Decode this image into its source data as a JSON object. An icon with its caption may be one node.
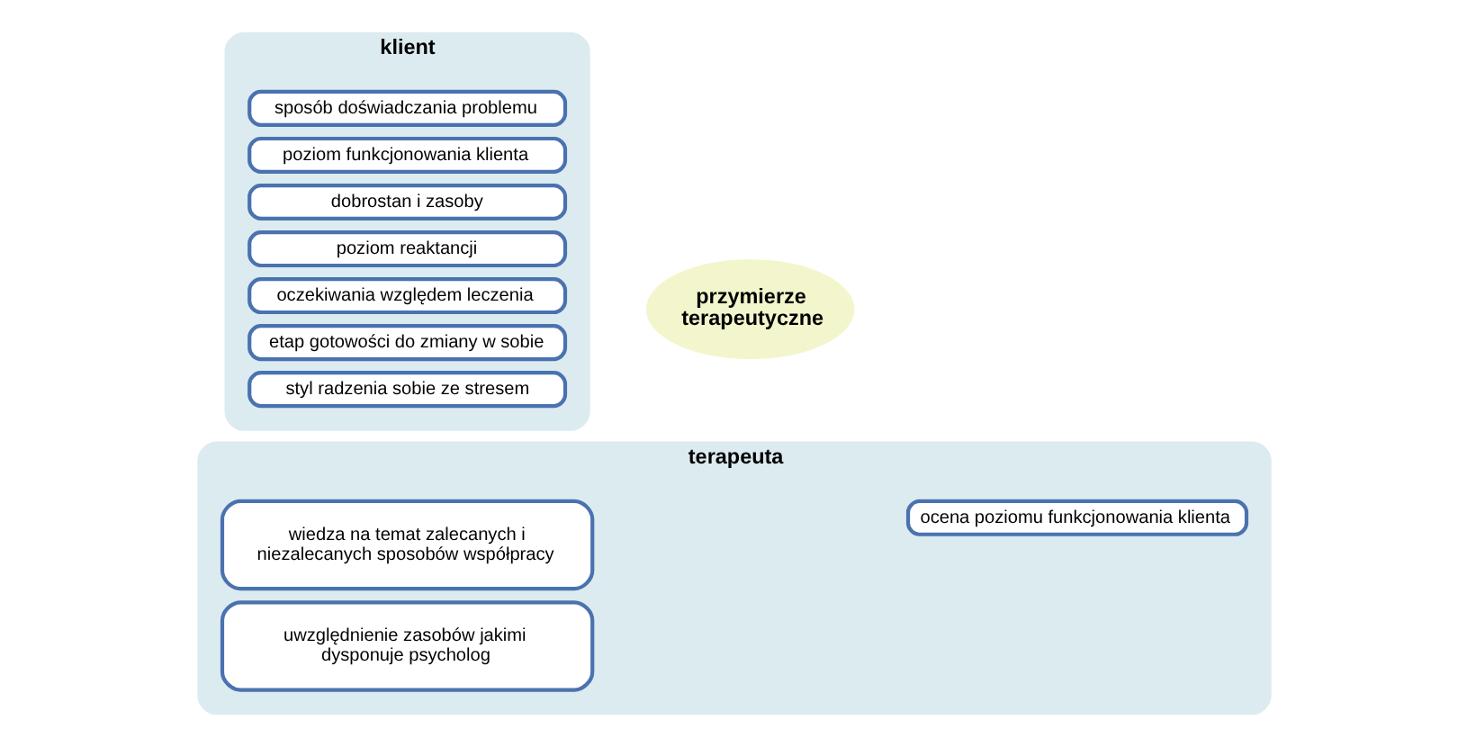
{
  "diagram": {
    "nodes": [
      {
        "text": [
          "klient"
        ]
      },
      {
        "text": [
          "sposób doświadczania problemu"
        ],
        "in": 0
      },
      {
        "text": [
          "poziom funkcjonowania klienta"
        ],
        "in": 0
      },
      {
        "text": [
          "dobrostan i zasoby"
        ],
        "in": 0
      },
      {
        "text": [
          "poziom reaktancji"
        ],
        "in": 0
      },
      {
        "text": [
          "oczekiwania względem leczenia"
        ],
        "in": 0
      },
      {
        "text": [
          "etap gotowości do zmiany w sobie"
        ],
        "in": 0
      },
      {
        "text": [
          "styl radzenia sobie ze stresem"
        ],
        "in": 0
      },
      {
        "text": [
          "przymierze terapeutyczne"
        ]
      },
      {
        "text": [
          "terapeuta"
        ]
      },
      {
        "text": [
          "wiedza na temat zalecanych i niezalecanych sposobów współpracy"
        ],
        "in": 9
      },
      {
        "text": [
          "ocena poziomu funkcjonowania klienta"
        ],
        "in": 9
      },
      {
        "text": [
          "uwzględnienie zasobów jakimi dysponuje psycholog"
        ],
        "in": 9
      }
    ]
  }
}
